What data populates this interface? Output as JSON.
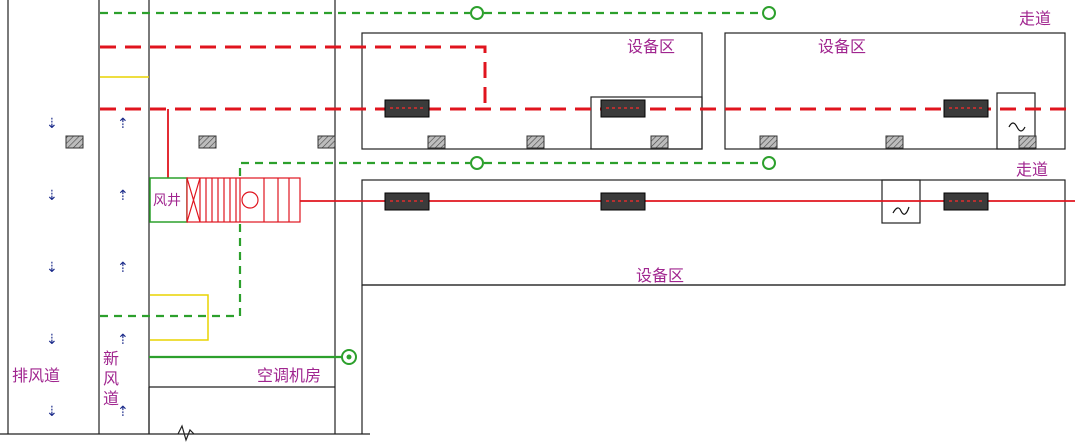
{
  "labels": {
    "exhaust_duct": "排风道",
    "fresh_air_duct_1": "新",
    "fresh_air_duct_2": "风",
    "fresh_air_duct_3": "道",
    "air_shaft": "风井",
    "ac_room": "空调机房",
    "equipment_zone_1": "设备区",
    "equipment_zone_2": "设备区",
    "equipment_zone_3": "设备区",
    "corridor_1": "走道",
    "corridor_2": "走道"
  },
  "arrows": {
    "exhaust": "⇣",
    "fresh": "⇡"
  },
  "colors": {
    "label": "#a0258f",
    "supply_pipe": "#e0141e",
    "return_pipe": "#2ca02c",
    "wall": "#222222",
    "arrow": "#1a2a8a",
    "yellow_line": "#e8d400"
  }
}
